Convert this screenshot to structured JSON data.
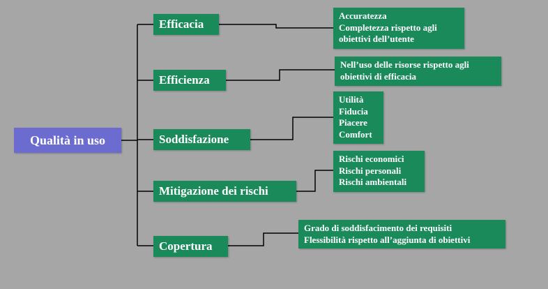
{
  "colors": {
    "background": "#a6a6a6",
    "root_box": "#6b6bd0",
    "category_box": "#1a8a5a",
    "detail_box": "#1a8a5a",
    "text": "#ffffff",
    "connector": "#000000"
  },
  "root": {
    "label": "Qualità in uso"
  },
  "categories": [
    {
      "label": "Efficacia",
      "details": [
        "Accuratezza",
        "Completezza rispetto agli",
        "obiettivi dell’utente"
      ]
    },
    {
      "label": "Efficienza",
      "details": [
        "Nell’uso delle risorse rispetto agli",
        "obiettivi di efficacia"
      ]
    },
    {
      "label": "Soddisfazione",
      "details": [
        "Utilità",
        "Fiducia",
        "Piacere",
        "Comfort"
      ]
    },
    {
      "label": "Mitigazione dei rischi",
      "details": [
        "Rischi economici",
        "Rischi personali",
        "Rischi ambientali"
      ]
    },
    {
      "label": "Copertura",
      "details": [
        "Grado di soddisfacimento dei requisiti",
        "Flessibilità rispetto all’aggiunta di obiettivi"
      ]
    }
  ]
}
